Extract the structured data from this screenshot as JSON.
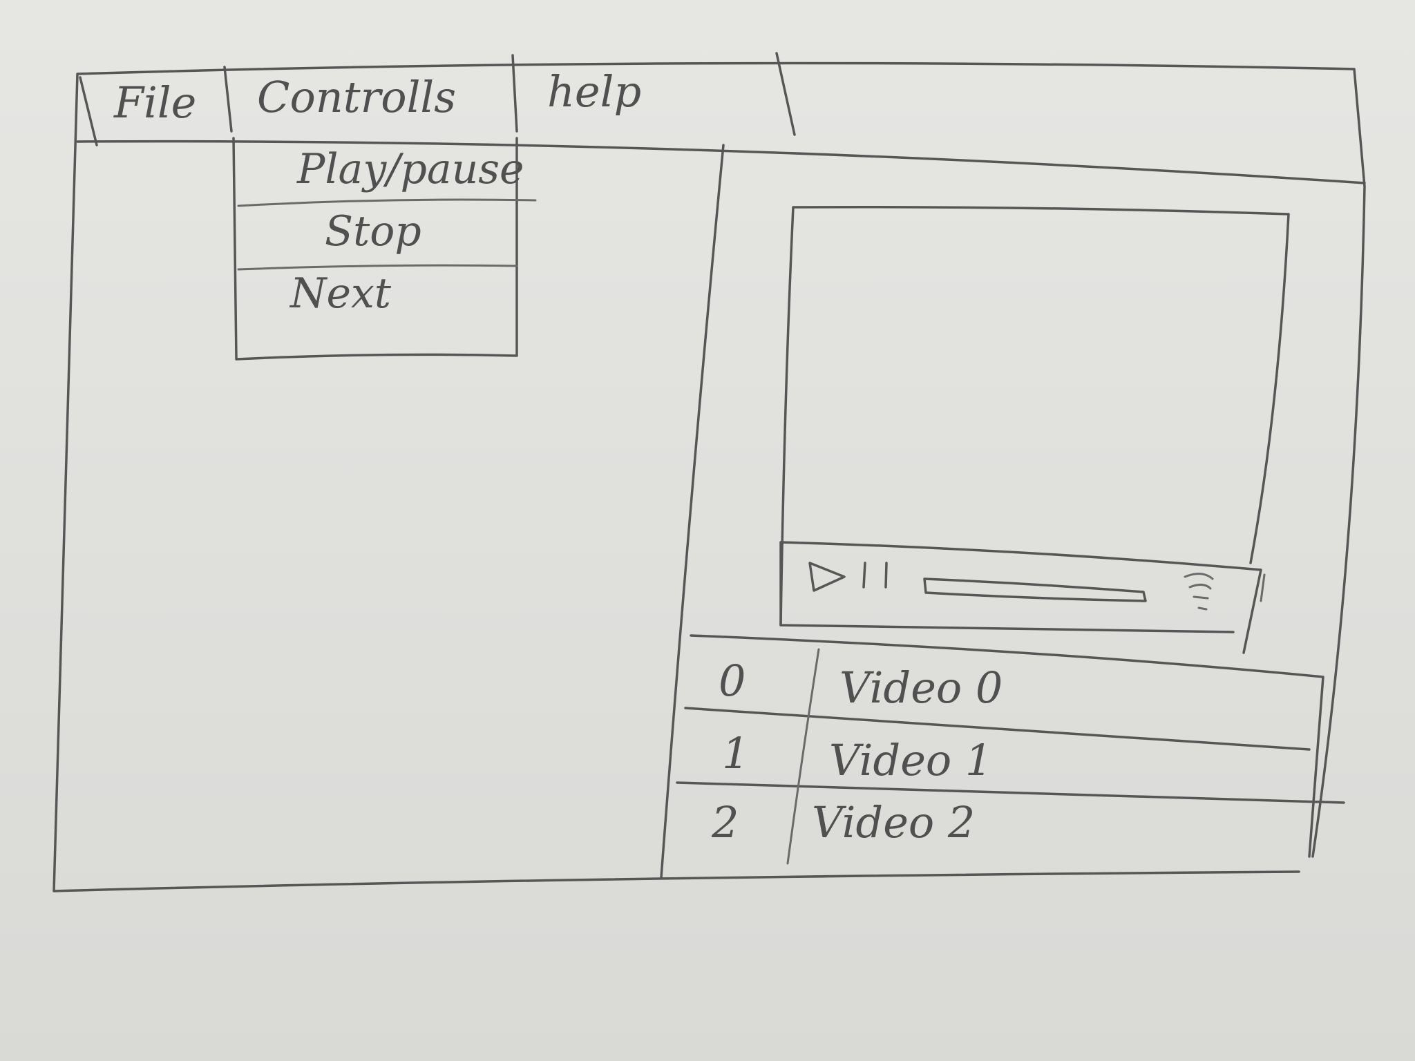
{
  "menubar": {
    "items": [
      {
        "label": "File"
      },
      {
        "label": "Controlls"
      },
      {
        "label": "help"
      }
    ]
  },
  "controls_menu": {
    "items": [
      {
        "label": "Play/pause"
      },
      {
        "label": "Stop"
      },
      {
        "label": "Next"
      }
    ]
  },
  "player": {
    "controls": {
      "play_icon": "play-icon",
      "pause_icon": "pause-icon",
      "volume_icon": "volume-icon"
    }
  },
  "playlist": {
    "rows": [
      {
        "index": "0",
        "title": "Video 0"
      },
      {
        "index": "1",
        "title": "Video 1"
      },
      {
        "index": "2",
        "title": "Video 2"
      }
    ]
  }
}
